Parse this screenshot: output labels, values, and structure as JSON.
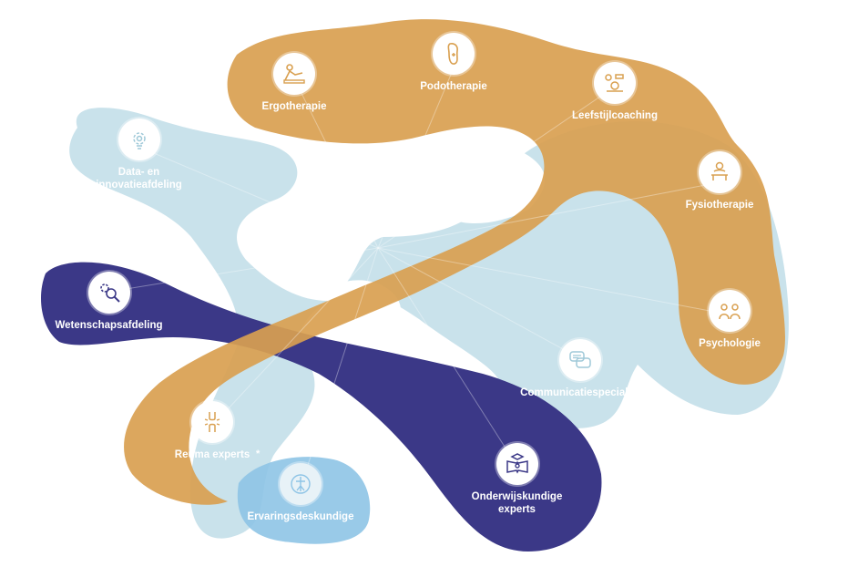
{
  "colors": {
    "orange": "#D9A050",
    "light_blue": "#BFDDE7",
    "navy": "#3B3887",
    "blue_accent": "#8EC4E6"
  },
  "nodes": {
    "ergotherapie": {
      "label": "Ergotherapie",
      "icon": "therapist-icon"
    },
    "podotherapie": {
      "label": "Podotherapie",
      "icon": "foot-icon"
    },
    "leefstijlcoaching": {
      "label": "Leefstijlcoaching",
      "icon": "lifestyle-icon"
    },
    "fysiotherapie": {
      "label": "Fysiotherapie",
      "icon": "physio-icon"
    },
    "psychologie": {
      "label": "Psychologie",
      "icon": "conversation-icon"
    },
    "data_innovatie": {
      "label_line1": "Data- en",
      "label_line2": "innovatieafdeling",
      "icon": "gear-lightbulb-icon"
    },
    "wetenschapsafdeling": {
      "label": "Wetenschapsafdeling",
      "icon": "research-icon"
    },
    "communicatiespecialist": {
      "label": "Communicatiespecialist",
      "icon": "chat-icon"
    },
    "reuma_experts": {
      "label": "Reuma experts",
      "footnote": "*",
      "icon": "joint-icon"
    },
    "ervaringsdeskundige": {
      "label": "Ervaringsdeskundige",
      "icon": "body-icon"
    },
    "onderwijskundige": {
      "label_line1": "Onderwijskundige",
      "label_line2": "experts",
      "icon": "education-icon"
    }
  }
}
